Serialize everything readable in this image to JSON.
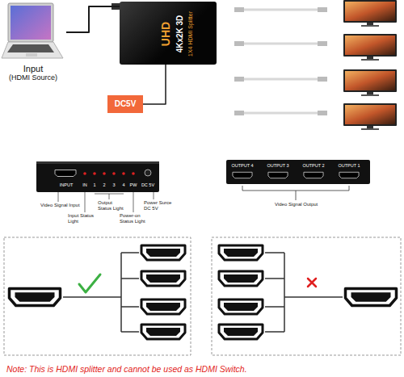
{
  "diagram": {
    "nodes": [
      {
        "text": [
          "Input",
          "(HDMI Source)"
        ]
      },
      {
        "text": [
          "UHD",
          "4Kx2K 3D",
          "1X4 HDMI Splitter"
        ]
      },
      {
        "text": [
          "DC5V"
        ]
      }
    ],
    "edges": [
      {
        "from": 0,
        "to": 1,
        "arrow": "none"
      },
      {
        "from": 2,
        "to": 1,
        "arrow": "none"
      }
    ],
    "labels": [
      "INPUT",
      "IN",
      "1",
      "2",
      "3",
      "4",
      "PW",
      "DC 5V",
      "Video Signal Input",
      "Input Status Light",
      "Output Status Light",
      "Power-on Status Light",
      "Power Surce DC 5V",
      "OUTPUT 4",
      "OUTPUT 3",
      "OUTPUT 2",
      "OUTPUT 1",
      "Video Signal Output",
      "Note: This is HDMI splitter and cannot be used as HDMI Switch."
    ]
  }
}
